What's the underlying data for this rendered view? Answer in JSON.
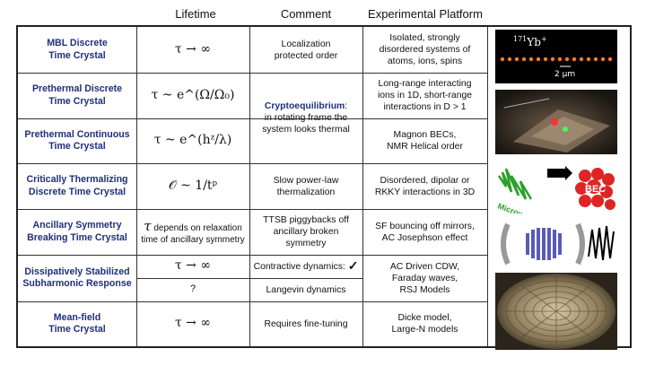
{
  "headers": {
    "lifetime": "Lifetime",
    "comment": "Comment",
    "platform": "Experimental Platform"
  },
  "rows": [
    {
      "name": "MBL Discrete\nTime Crystal",
      "lifetime": "τ → ∞",
      "comment": "Localization\nprotected order",
      "platform": "Isolated, strongly\ndisordered systems of\natoms, ions, spins"
    },
    {
      "name": "Prethermal Discrete\nTime Crystal",
      "lifetime": "τ ~ e^(Ω/Ω₀)",
      "platform": "Long-range interacting\nions in 1D, short-range\ninteractions in  D > 1"
    },
    {
      "name": "Prethermal Continuous\nTime Crystal",
      "lifetime": "τ ~ e^(hᶻ/λ)",
      "platform": "Magnon BECs,\nNMR Helical order"
    },
    {
      "name": "Critically Thermalizing\nDiscrete Time Crystal",
      "lifetime": "𝒪 ~ 1/tᵖ",
      "comment": "Slow power-law\nthermalization",
      "platform": "Disordered, dipolar or\nRKKY interactions in 3D"
    },
    {
      "name": "Ancillary Symmetry\nBreaking Time Crystal",
      "lifetime_symbol": "τ",
      "lifetime_rest": " depends on relaxation",
      "lifetime_line2": "time of ancillary symmetry",
      "comment": "TTSB piggybacks off\nancillary broken symmetry",
      "platform": "SF bouncing off mirrors,\nAC Josephson effect"
    },
    {
      "name": "Dissipatively Stabilized\nSubharmonic Response",
      "lifetime_a": "τ → ∞",
      "lifetime_b": "?",
      "comment_a": "Contractive dynamics:",
      "check": "✓",
      "comment_b": "Langevin dynamics",
      "platform": "AC Driven CDW,\nFaraday waves,\nRSJ Models"
    },
    {
      "name": "Mean-field\nTime Crystal",
      "lifetime": "τ → ∞",
      "comment": "Requires fine-tuning",
      "platform": "Dicke model,\nLarge-N models"
    }
  ],
  "merged_comment": {
    "title": "Cryptoequilibrium",
    "colon": ":",
    "body": "in rotating frame the\nsystem looks thermal"
  },
  "images": {
    "ion_label_sup": "171",
    "ion_label": "Yb",
    "ion_label_charge": "+",
    "scale": "2 μm",
    "microwave": "Microwave",
    "bec": "BEC"
  }
}
